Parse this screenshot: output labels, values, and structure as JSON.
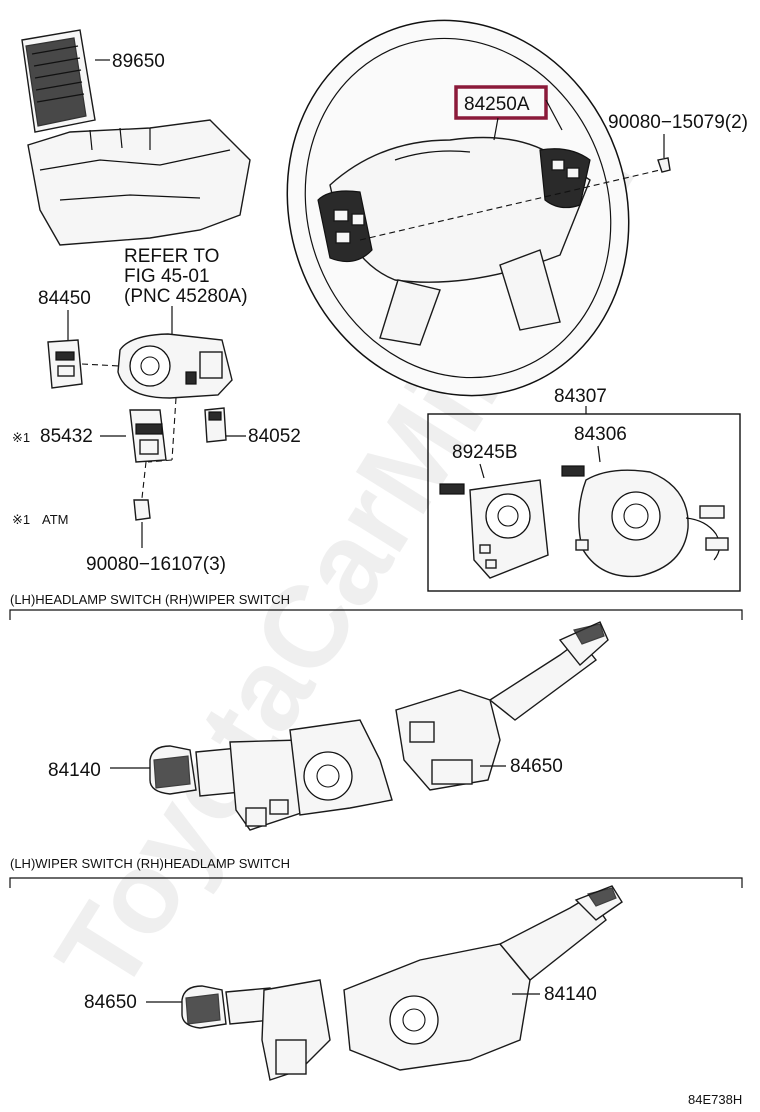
{
  "labels": {
    "p89650": "89650",
    "p84250A": "84250A",
    "p90080_15079": "90080−15079(2)",
    "refer_line1": "REFER TO",
    "refer_line2": "FIG 45-01",
    "refer_line3": "(PNC 45280A)",
    "p84450": "84450",
    "p85432": "85432",
    "p84052": "84052",
    "note_mark1": "※1",
    "note_mark2": "※1",
    "note_atm": "ATM",
    "p90080_16107": "90080−16107(3)",
    "p84307": "84307",
    "p84306": "84306",
    "p89245B": "89245B",
    "section1": "(LH)HEADLAMP SWITCH  (RH)WIPER SWITCH",
    "p84140_a": "84140",
    "p84650_a": "84650",
    "section2": "(LH)WIPER SWITCH  (RH)HEADLAMP SWITCH",
    "p84650_b": "84650",
    "p84140_b": "84140",
    "diagram_code": "84E738H"
  },
  "watermark": "ToyotaCarMine.ru",
  "colors": {
    "highlight": "#8b1a3a",
    "ink": "#111111"
  }
}
